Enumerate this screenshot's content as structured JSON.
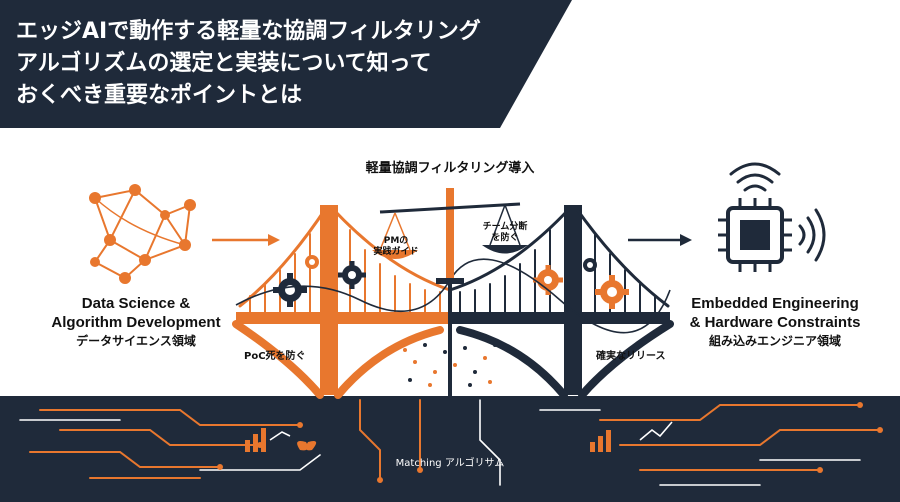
{
  "header": {
    "title_lines": [
      "エッジAIで動作する軽量な協調フィルタリング",
      "アルゴリズムの選定と実装について知って",
      "おくべき重要なポイントとは"
    ]
  },
  "diagram": {
    "top_label": "軽量協調フィルタリング導入",
    "left": {
      "title_en_1": "Data Science &",
      "title_en_2": "Algorithm Development",
      "title_jp": "データサイエンス領域"
    },
    "right": {
      "title_en_1": "Embedded Engineering",
      "title_en_2": "& Hardware Constraints",
      "title_jp": "組み込みエンジニア領域"
    },
    "scale": {
      "left_pan_1": "PMの",
      "left_pan_2": "実践ガイド",
      "right_pan_1": "チーム分断",
      "right_pan_2": "を防ぐ"
    },
    "poc_label": "PoC死を防ぐ",
    "release_label": "確実なリリース",
    "matching_label": "Matching アルゴリサム"
  },
  "colors": {
    "navy": "#1f2a3a",
    "orange": "#e8772e",
    "white": "#ffffff"
  }
}
